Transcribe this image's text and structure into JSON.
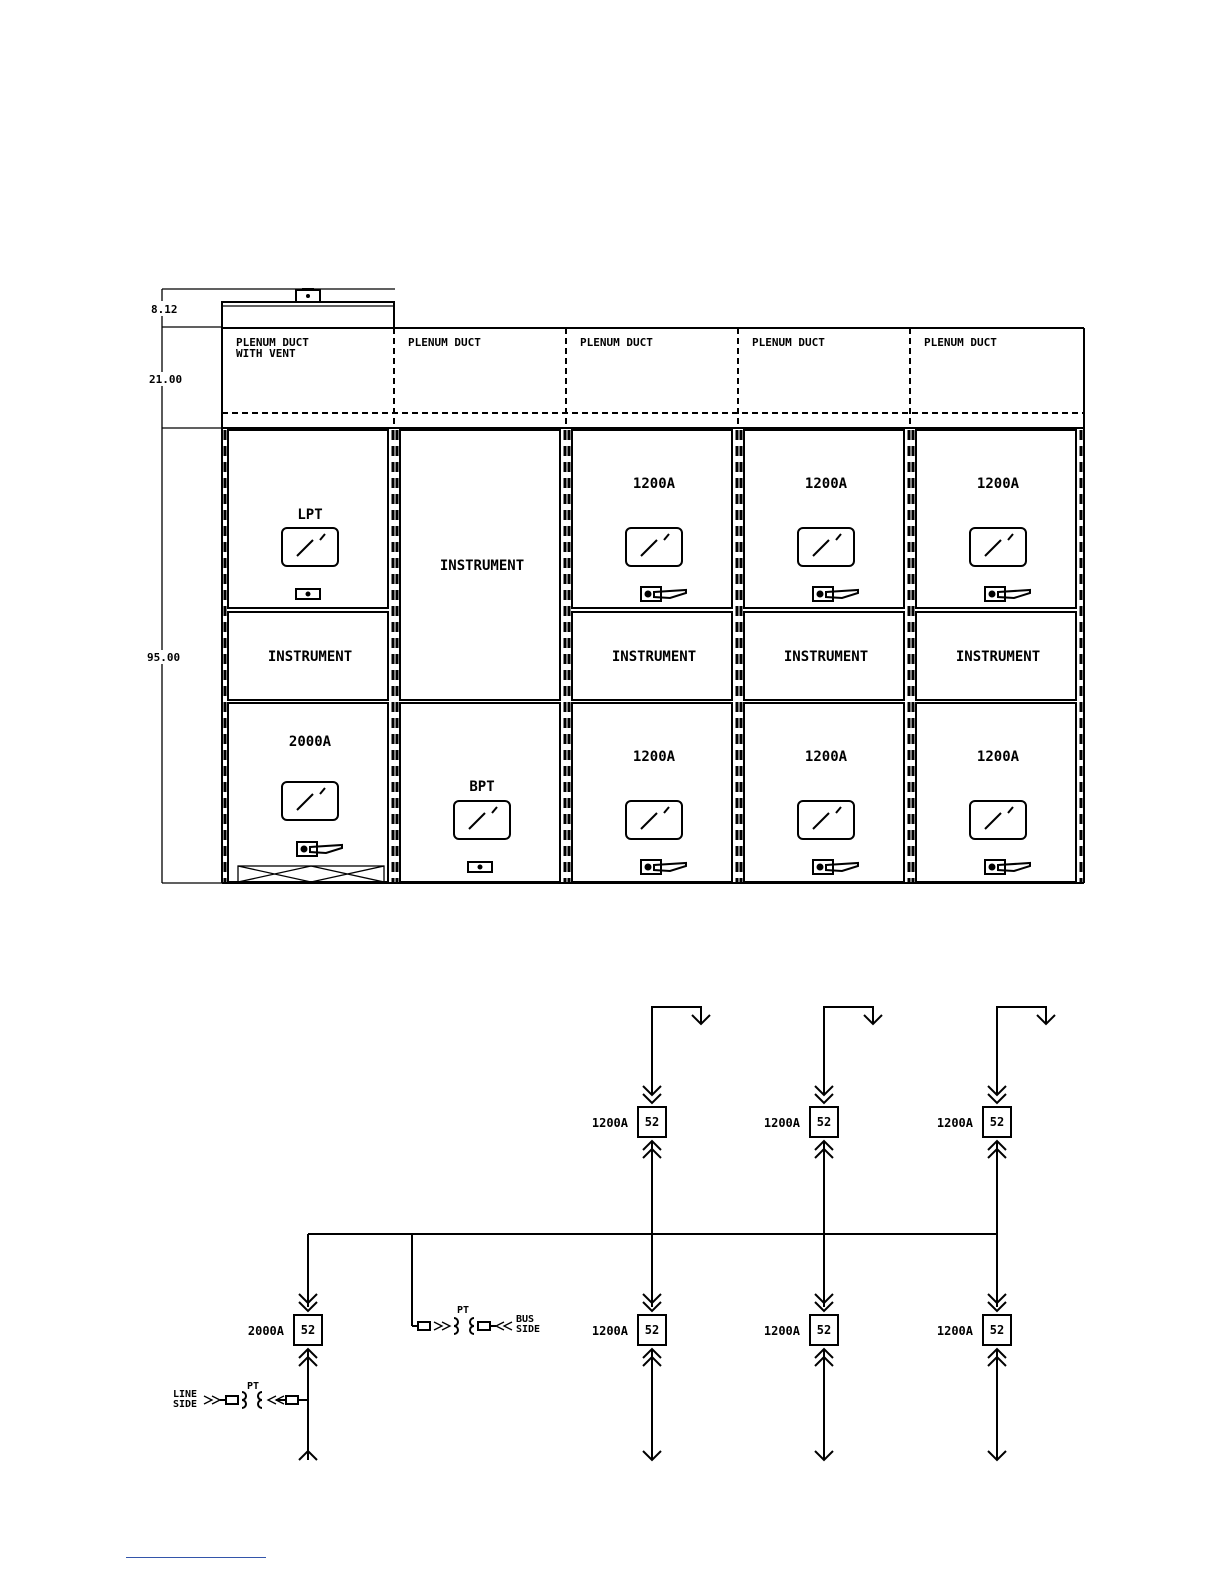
{
  "elevation": {
    "dimensions": {
      "roof": "8.12",
      "duct": "21.00",
      "body": "95.00"
    },
    "sections": [
      {
        "plenum": [
          "PLENUM DUCT",
          "WITH VENT"
        ],
        "compartments": [
          {
            "label": "LPT",
            "device": "window",
            "handle": "plug"
          },
          {
            "label": "INSTRUMENT"
          },
          {
            "label": "2000A",
            "device": "window",
            "handle": "racking"
          }
        ]
      },
      {
        "plenum": [
          "PLENUM DUCT"
        ],
        "compartments": [
          {
            "label": "INSTRUMENT"
          },
          {
            "label": "BPT",
            "device": "window",
            "handle": "plug"
          }
        ]
      },
      {
        "plenum": [
          "PLENUM DUCT"
        ],
        "compartments": [
          {
            "label": "1200A",
            "device": "window",
            "handle": "racking"
          },
          {
            "label": "INSTRUMENT"
          },
          {
            "label": "1200A",
            "device": "window",
            "handle": "racking"
          }
        ]
      },
      {
        "plenum": [
          "PLENUM DUCT"
        ],
        "compartments": [
          {
            "label": "1200A",
            "device": "window",
            "handle": "racking"
          },
          {
            "label": "INSTRUMENT"
          },
          {
            "label": "1200A",
            "device": "window",
            "handle": "racking"
          }
        ]
      },
      {
        "plenum": [
          "PLENUM DUCT"
        ],
        "compartments": [
          {
            "label": "1200A",
            "device": "window",
            "handle": "racking"
          },
          {
            "label": "INSTRUMENT"
          },
          {
            "label": "1200A",
            "device": "window",
            "handle": "racking"
          }
        ]
      }
    ]
  },
  "one_line": {
    "main_breaker": {
      "rating": "2000A",
      "device": "52"
    },
    "line_pt": {
      "label": "PT",
      "side": [
        "LINE",
        "SIDE"
      ]
    },
    "bus_pt": {
      "label": "PT",
      "side": [
        "BUS",
        "SIDE"
      ]
    },
    "upper_breakers": [
      {
        "rating": "1200A",
        "device": "52"
      },
      {
        "rating": "1200A",
        "device": "52"
      },
      {
        "rating": "1200A",
        "device": "52"
      }
    ],
    "lower_breakers": [
      {
        "rating": "1200A",
        "device": "52"
      },
      {
        "rating": "1200A",
        "device": "52"
      },
      {
        "rating": "1200A",
        "device": "52"
      }
    ]
  }
}
